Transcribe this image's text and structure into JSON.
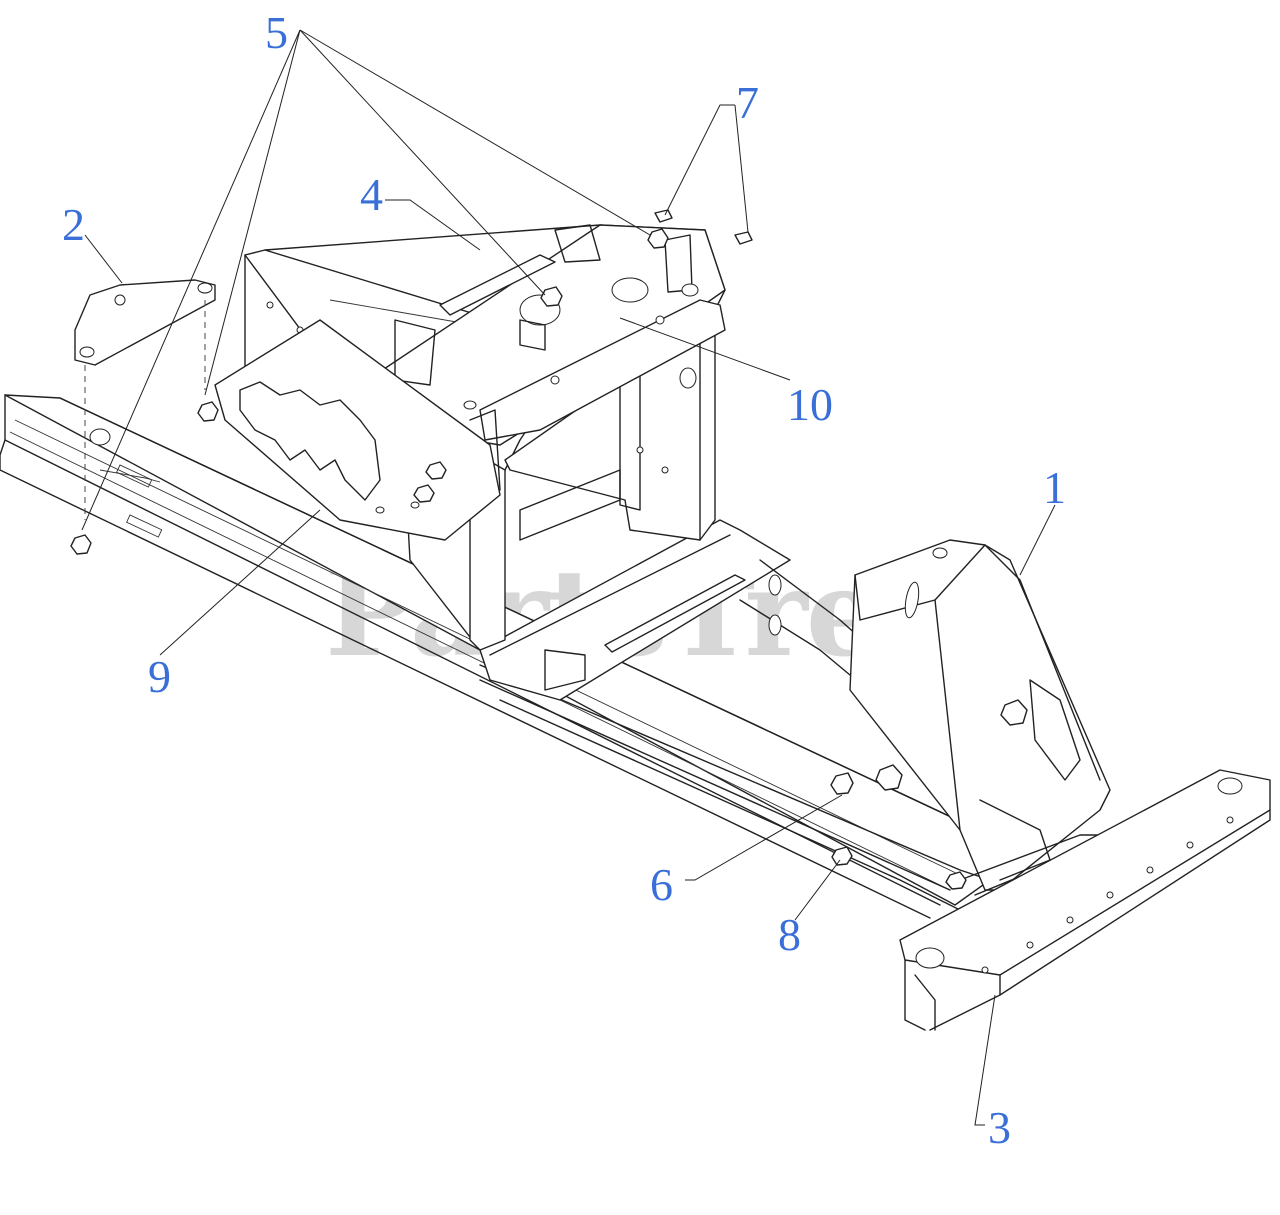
{
  "diagram": {
    "watermark": "PartsTree",
    "callout_color": "#3a6fd8",
    "callouts": [
      {
        "id": "1",
        "text": "1"
      },
      {
        "id": "2",
        "text": "2"
      },
      {
        "id": "3",
        "text": "3"
      },
      {
        "id": "4",
        "text": "4"
      },
      {
        "id": "5",
        "text": "5"
      },
      {
        "id": "6",
        "text": "6"
      },
      {
        "id": "7",
        "text": "7"
      },
      {
        "id": "8",
        "text": "8"
      },
      {
        "id": "9",
        "text": "9"
      },
      {
        "id": "10",
        "text": "10"
      }
    ]
  }
}
